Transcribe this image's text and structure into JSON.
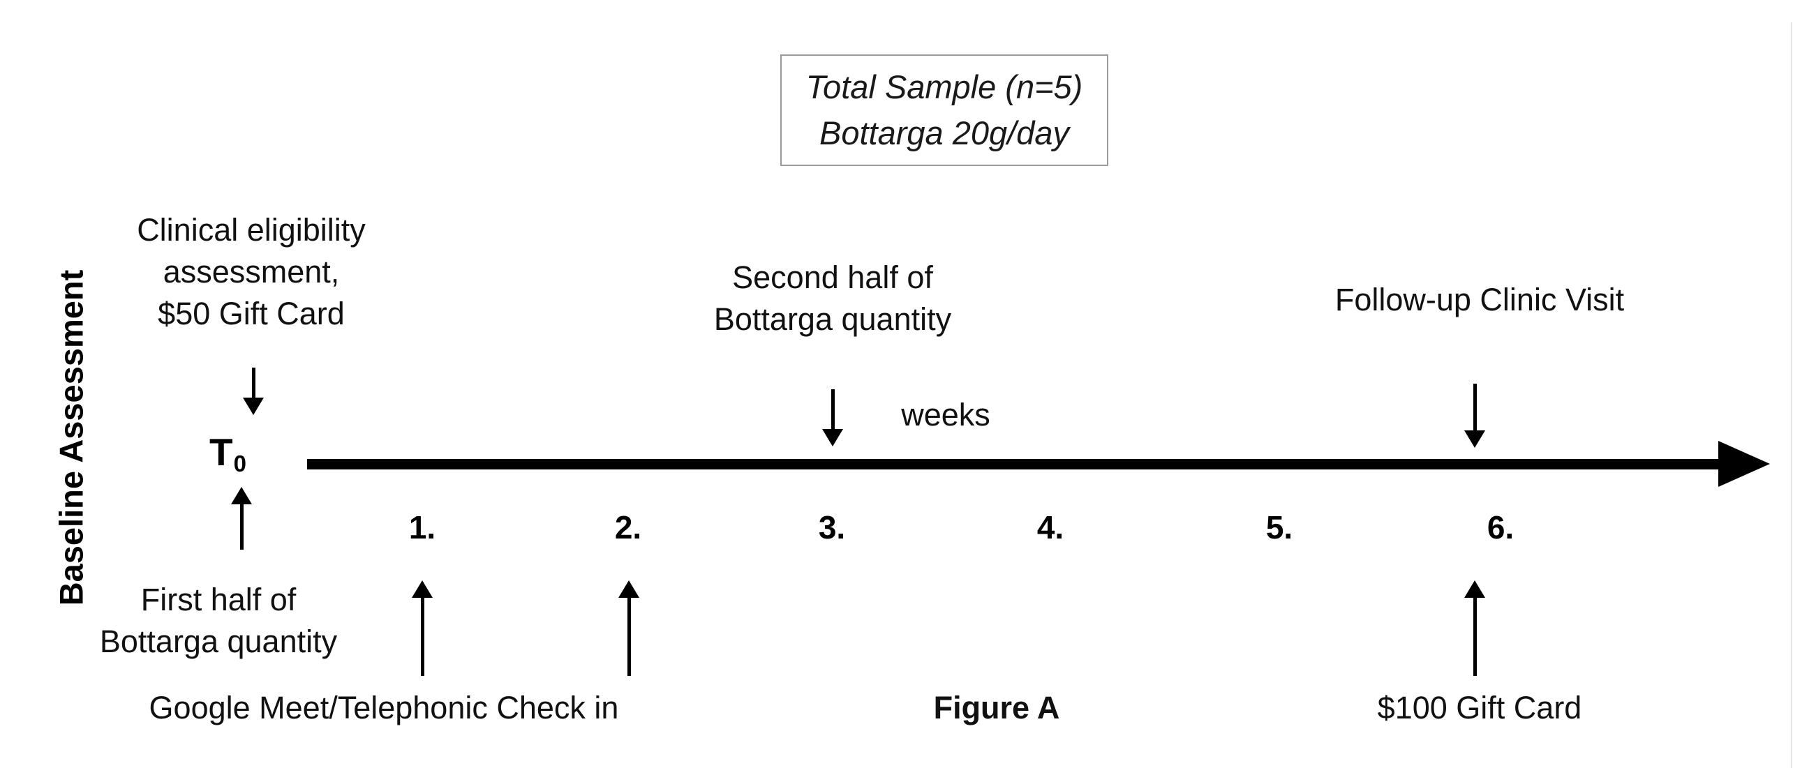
{
  "figure": {
    "caption": "Figure A",
    "axis_label": "Baseline Assessment",
    "timeline_unit": "weeks",
    "origin_label": "T",
    "origin_subscript": "0"
  },
  "sample_box": {
    "line1": "Total Sample (n=5)",
    "line2": "Bottarga 20g/day"
  },
  "annotations": {
    "baseline_top": {
      "line1": "Clinical eligibility",
      "line2": "assessment,",
      "line3": "$50 Gift Card"
    },
    "baseline_bottom": {
      "line1": "First half of",
      "line2": "Bottarga quantity"
    },
    "midpoint": {
      "line1": "Second half of",
      "line2": "Bottarga quantity"
    },
    "followup": {
      "line1": "Follow-up Clinic Visit"
    },
    "check_in": {
      "line1": "Google Meet/Telephonic Check in"
    },
    "incentive_end": {
      "line1": "$100 Gift Card"
    }
  },
  "ticks": [
    {
      "label": "1."
    },
    {
      "label": "2."
    },
    {
      "label": "3."
    },
    {
      "label": "4."
    },
    {
      "label": "5."
    },
    {
      "label": "6."
    }
  ],
  "colors": {
    "ink": "#000000",
    "box_border": "#9a9a9a",
    "page_edge": "#e6e6e6",
    "background": "#ffffff"
  }
}
